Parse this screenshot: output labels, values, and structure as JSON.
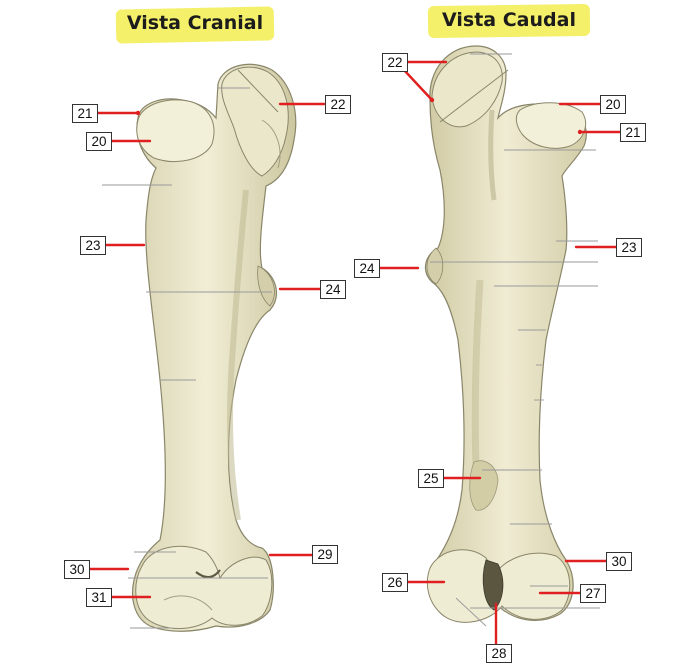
{
  "titles": {
    "cranial": "Vista Cranial",
    "caudal": "Vista Caudal"
  },
  "colors": {
    "highlight": "#f4f06a",
    "leader": "#e02020",
    "bone_fill": "#ece8cc",
    "bone_shadow": "#cfc9a3",
    "bone_outline": "#8a866a"
  },
  "cranial_labels": {
    "l21": "21",
    "l20": "20",
    "l23": "23",
    "l22": "22",
    "l24": "24",
    "l30": "30",
    "l31": "31",
    "l29": "29"
  },
  "caudal_labels": {
    "l22": "22",
    "l20": "20",
    "l21": "21",
    "l24": "24",
    "l23": "23",
    "l25": "25",
    "l30": "30",
    "l26": "26",
    "l27": "27",
    "l28": "28"
  }
}
